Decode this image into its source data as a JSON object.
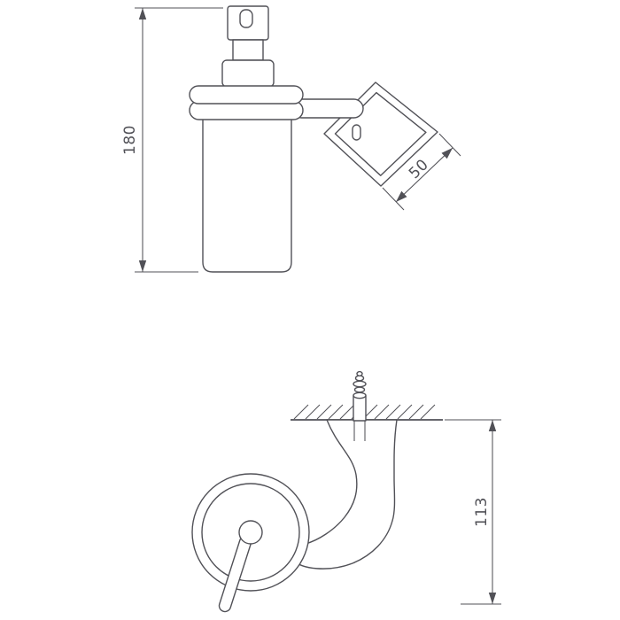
{
  "drawing": {
    "background_color": "#ffffff",
    "line_color": "#515157",
    "dimensions": {
      "height": {
        "label": "180",
        "orientation": "vertical",
        "view": "front"
      },
      "bracket": {
        "label": "50",
        "orientation": "diagonal",
        "view": "front"
      },
      "depth": {
        "label": "113",
        "orientation": "vertical",
        "view": "side"
      }
    }
  }
}
